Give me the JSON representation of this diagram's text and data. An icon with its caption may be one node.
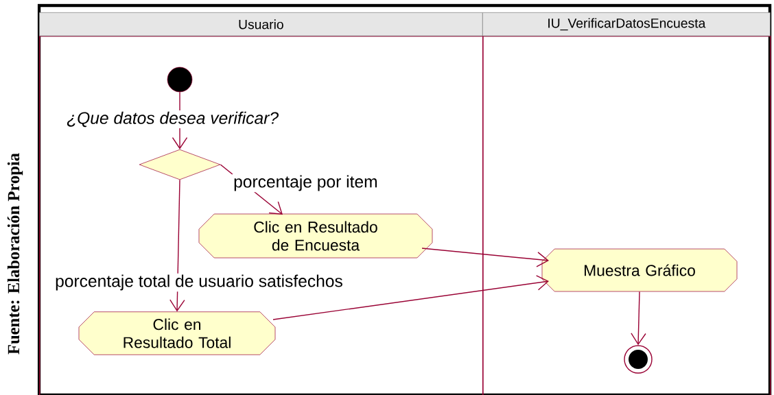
{
  "diagram": {
    "caption": "Fuente: Elaboración Propia",
    "nodes": [
      {
        "text": [
          "Usuario"
        ]
      },
      {
        "text": [
          "IU_VerificarDatosEncuesta"
        ]
      },
      {
        "text": [],
        "shape": "circle",
        "in": 0
      },
      {
        "text": [],
        "shape": "diamond",
        "in": 0
      },
      {
        "text": [
          "Clic en Resultado de Encuesta"
        ],
        "in": 0
      },
      {
        "text": [
          "Clic en Resultado Total"
        ],
        "in": 0
      },
      {
        "text": [
          "Muestra Gráfico"
        ],
        "in": 1
      },
      {
        "text": [],
        "shape": "circle",
        "in": 1
      }
    ],
    "edges": [
      {
        "from": 2,
        "to": 3,
        "arrow": "to",
        "label": "¿Que datos desea verificar?"
      },
      {
        "from": 3,
        "to": 4,
        "arrow": "to",
        "label": "porcentaje por item"
      },
      {
        "from": 3,
        "to": 5,
        "arrow": "to",
        "label": "porcentaje total de usuario satisfechos"
      },
      {
        "from": 4,
        "to": 6,
        "arrow": "to"
      },
      {
        "from": 5,
        "to": 6,
        "arrow": "to"
      },
      {
        "from": 6,
        "to": 7,
        "arrow": "to"
      }
    ]
  }
}
